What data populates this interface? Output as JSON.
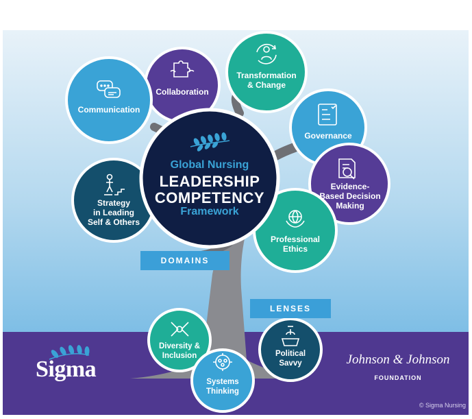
{
  "center": {
    "line1": "Global Nursing",
    "line2": "LEADERSHIP",
    "line3": "COMPETENCY",
    "line4": "Framework"
  },
  "domains_label": "DOMAINS",
  "lenses_label": "LENSES",
  "domains": [
    {
      "label": "Communication",
      "icon": "chat-bubbles-icon"
    },
    {
      "label": "Collaboration",
      "icon": "puzzle-hands-icon"
    },
    {
      "label": "Transformation\n& Change",
      "icon": "person-cycle-icon"
    },
    {
      "label": "Governance",
      "icon": "checklist-building-icon"
    },
    {
      "label": "Evidence-\nBased Decision\nMaking",
      "icon": "document-magnifier-icon"
    },
    {
      "label": "Professional\nEthics",
      "icon": "globe-hands-icon"
    },
    {
      "label": "Strategy\nin Leading\nSelf & Others",
      "icon": "person-steps-icon"
    }
  ],
  "lenses": [
    {
      "label": "Diversity &\nInclusion",
      "icon": "joined-hands-icon"
    },
    {
      "label": "Systems\nThinking",
      "icon": "people-network-icon"
    },
    {
      "label": "Political\nSavvy",
      "icon": "capitol-podium-icon"
    }
  ],
  "footer": {
    "sigma_logo": "Sigma",
    "jj_logo": "Johnson & Johnson",
    "jj_foundation": "FOUNDATION",
    "copyright": "© Sigma Nursing"
  },
  "colors": {
    "light_blue": "#3aa3d6",
    "purple": "#553c96",
    "teal": "#1fae97",
    "dark_teal": "#144f6c",
    "navy": "#0f1e44",
    "band": "#4f3890",
    "label_blue": "#3b9fd8"
  }
}
